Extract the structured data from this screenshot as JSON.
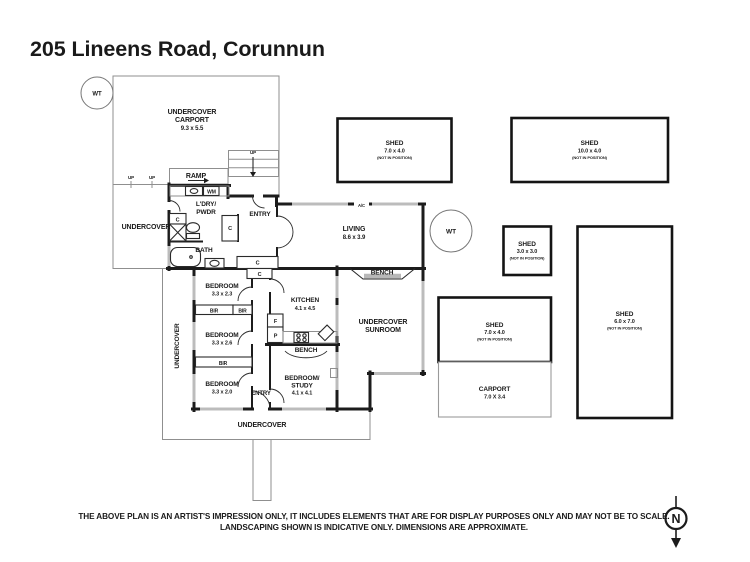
{
  "title": "205 Lineens Road, Corunnun",
  "plan": {
    "wt": "WT",
    "undercover_carport": {
      "line1": "UNDERCOVER",
      "line2": "CARPORT",
      "dims": "9.3 x 5.5"
    },
    "ramp": "RAMP",
    "up": "UP",
    "wm": "WM",
    "laundry": {
      "line1": "L'DRY/",
      "line2": "PWDR"
    },
    "undercover": "UNDERCOVER",
    "entry": "ENTRY",
    "closet": "C",
    "bath": "BATH",
    "living": {
      "name": "LIVING",
      "dims": "8.6 x 3.9"
    },
    "ac": "A/C",
    "bench": "BENCH",
    "bedroom1": {
      "name": "BEDROOM",
      "dims": "3.3 x 2.3"
    },
    "bedroom2": {
      "name": "BEDROOM",
      "dims": "3.3 x 2.6"
    },
    "bedroom3": {
      "name": "BEDROOM",
      "dims": "3.3 x 2.0"
    },
    "bir": "BIR",
    "kitchen": {
      "name": "KITCHEN",
      "dims": "4.1 x 4.5"
    },
    "fridge": "F",
    "pantry": "P",
    "bedroom_study": {
      "line1": "BEDROOM/",
      "line2": "STUDY",
      "dims": "4.1 x 4.1"
    },
    "sunroom": {
      "line1": "UNDERCOVER",
      "line2": "SUNROOM"
    }
  },
  "outbuildings": {
    "shed_top_left": {
      "name": "SHED",
      "dims": "7.0 x 4.0",
      "note": "(NOT IN POSITION)"
    },
    "shed_top_right": {
      "name": "SHED",
      "dims": "10.0 x 4.0",
      "note": "(NOT IN POSITION)"
    },
    "shed_small": {
      "name": "SHED",
      "dims": "3.0 x 3.0",
      "note": "(NOT IN POSITION)"
    },
    "shed_tall": {
      "name": "SHED",
      "dims": "6.0 x 7.0",
      "note": "(NOT IN POSITION)"
    },
    "shed_mid": {
      "name": "SHED",
      "dims": "7.0 x 4.0",
      "note": "(NOT IN POSITION)"
    },
    "carport_detached": {
      "name": "CARPORT",
      "dims": "7.0 X 3.4"
    }
  },
  "footer": {
    "disclaimer_line1": "THE ABOVE PLAN IS AN ARTIST'S IMPRESSION ONLY, IT INCLUDES ELEMENTS THAT ARE FOR DISPLAY PURPOSES ONLY AND MAY NOT BE TO SCALE.",
    "disclaimer_line2": "LANDSCAPING SHOWN IS INDICATIVE ONLY. DIMENSIONS ARE APPROXIMATE.",
    "compass_north": "N"
  },
  "colors": {
    "wall": "#1c1c1c",
    "window_band": "#bcbcbc",
    "outline": "#8f8f8f"
  }
}
